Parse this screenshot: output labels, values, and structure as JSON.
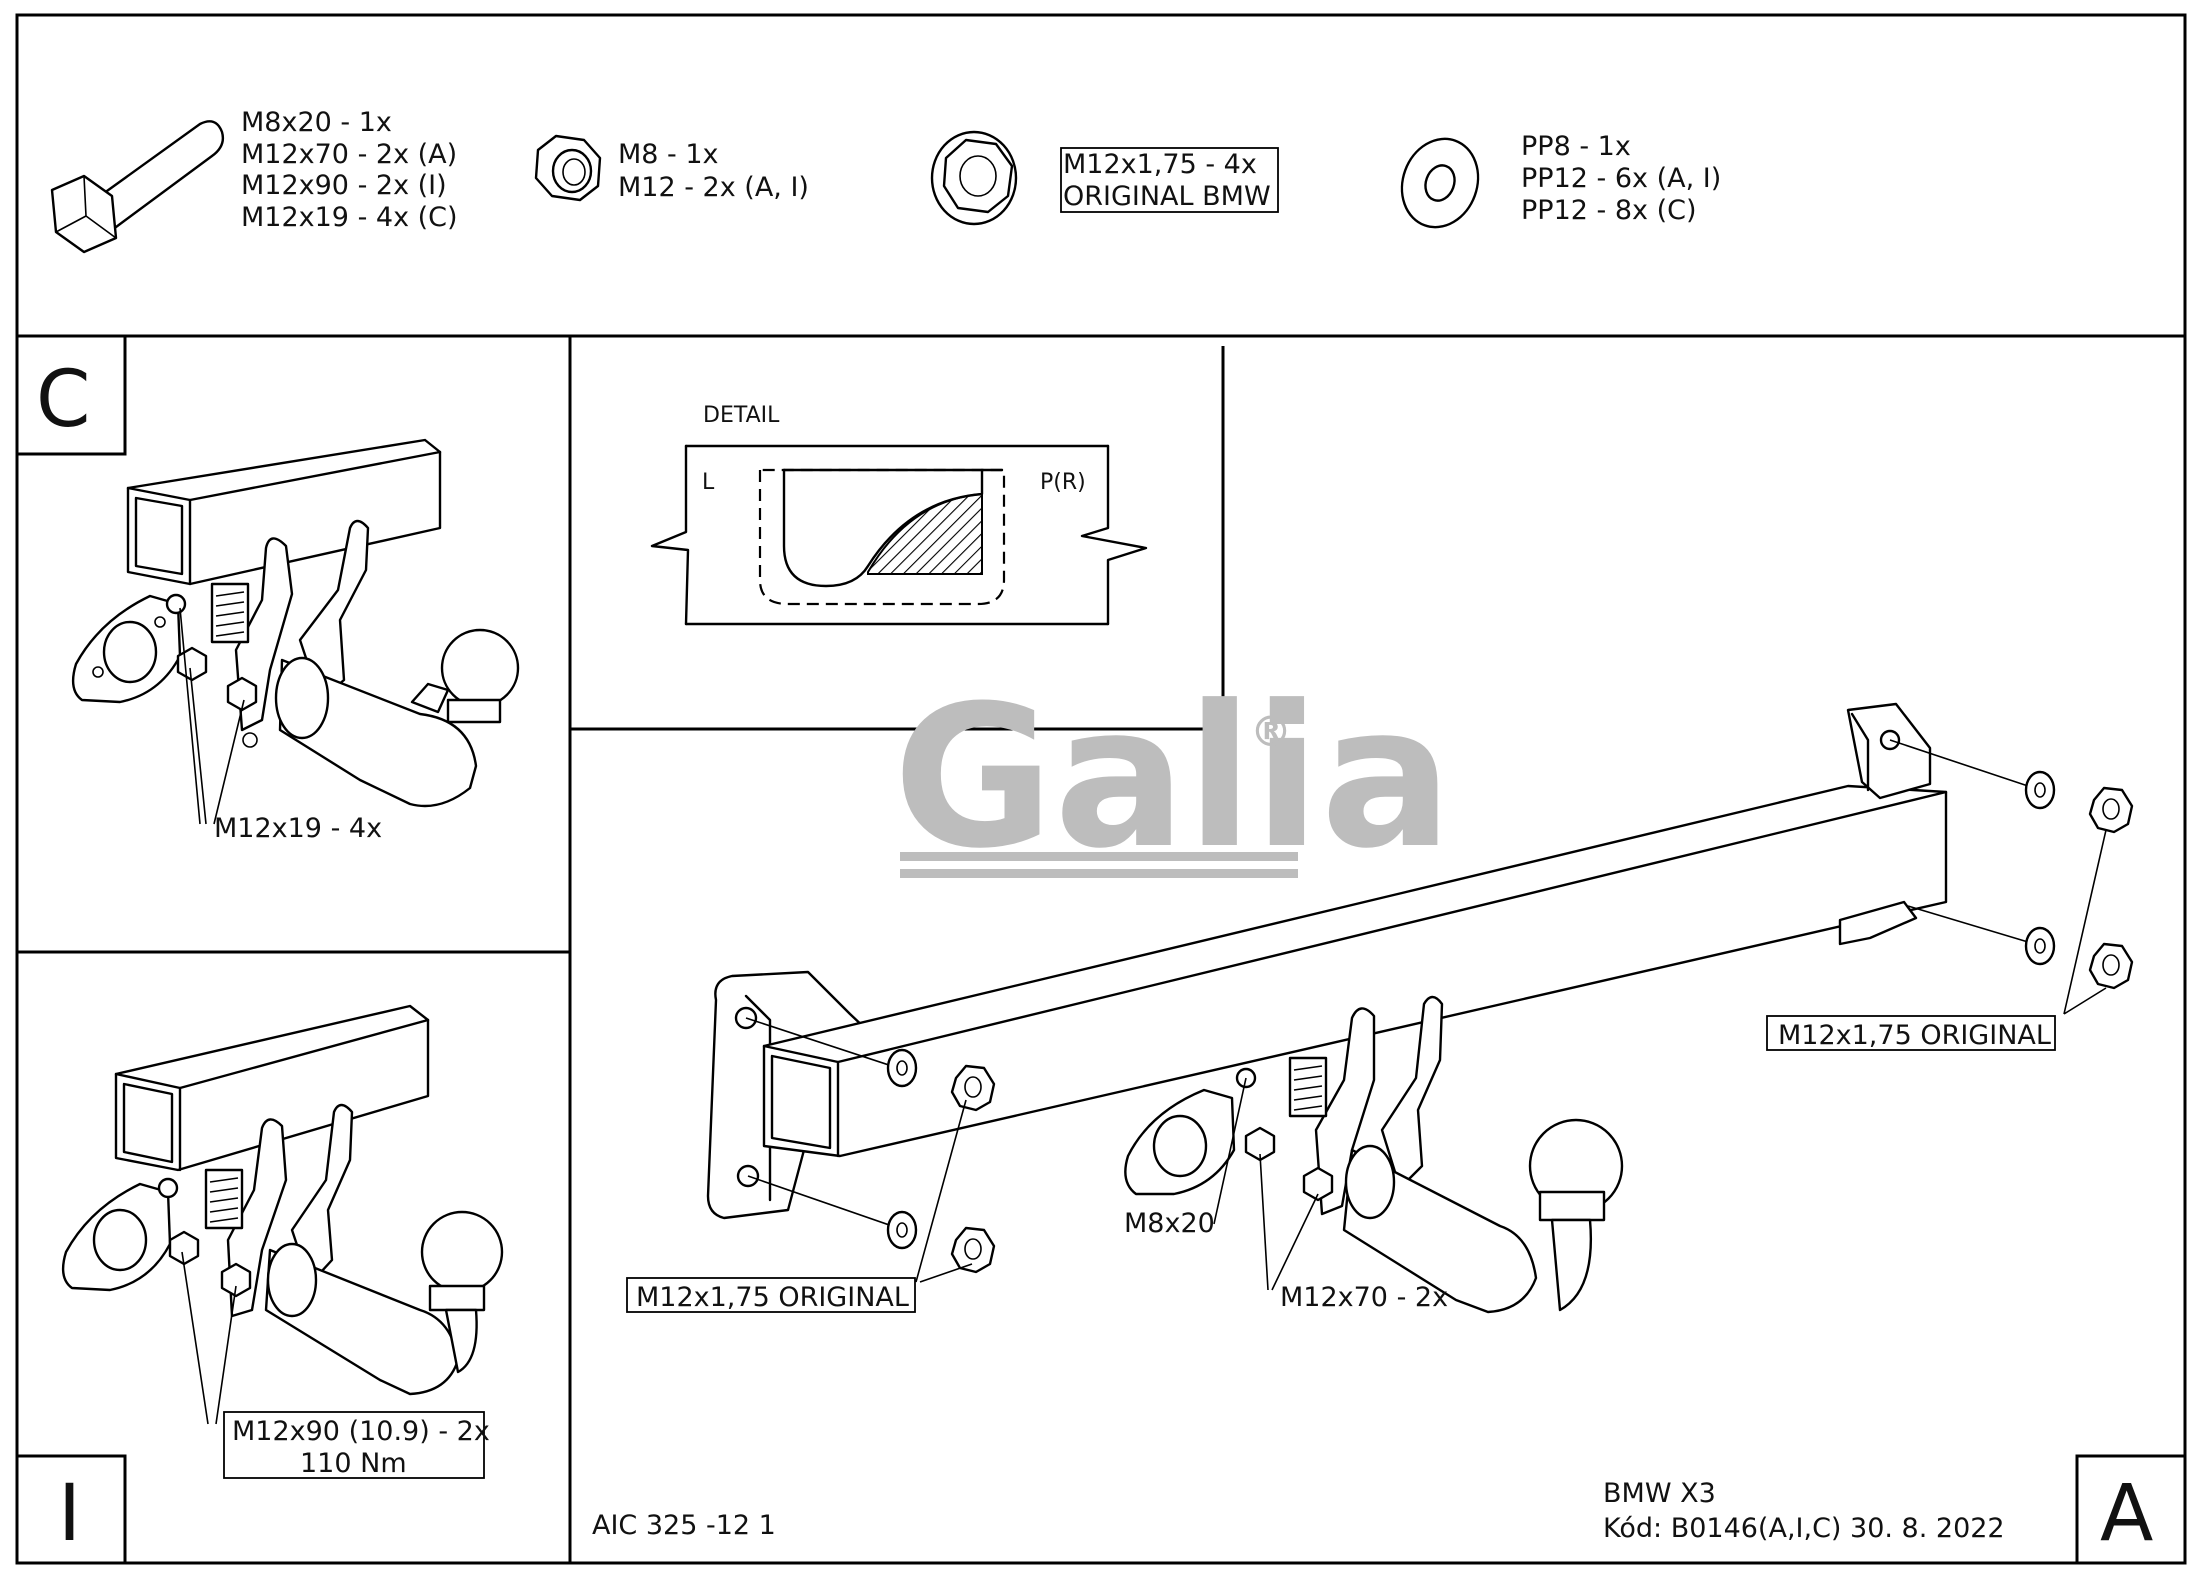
{
  "parts": {
    "bolt": [
      "M8x20 - 1x",
      "M12x70 - 2x (A)",
      "M12x90 - 2x (I)",
      "M12x19 - 4x (C)"
    ],
    "nut": [
      "M8 - 1x",
      "M12 - 2x (A, I)"
    ],
    "flange_nut": [
      "M12x1,75 - 4x",
      "ORIGINAL BMW"
    ],
    "washer": [
      "PP8 - 1x",
      "PP12 - 6x (A, I)",
      "PP12 - 8x (C)"
    ]
  },
  "panels": {
    "c": {
      "letter": "C",
      "callout": "M12x19 - 4x"
    },
    "i": {
      "letter": "I",
      "callout": [
        "M12x90 (10.9) - 2x",
        "110 Nm"
      ]
    },
    "a": {
      "letter": "A"
    }
  },
  "detail": {
    "title": "DETAIL",
    "left": "L",
    "right": "P(R)"
  },
  "main": {
    "callout_left": "M12x1,75 ORIGINAL",
    "callout_right": "M12x1,75 ORIGINAL",
    "callout_m8": "M8x20",
    "callout_m12x70": "M12x70 - 2x"
  },
  "logo": {
    "text": "Galia",
    "mark": "®"
  },
  "footer": {
    "code": "AIC 325 -12 1",
    "vehicle": "BMW X3",
    "kod": "Kód: B0146(A,I,C)  30. 8. 2022"
  }
}
